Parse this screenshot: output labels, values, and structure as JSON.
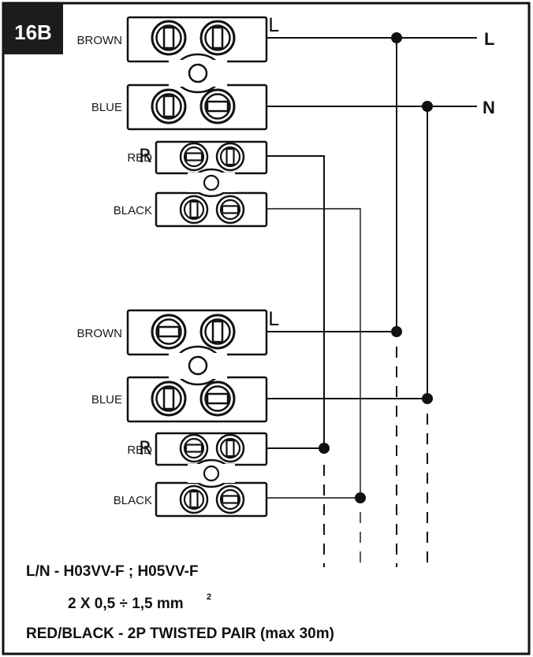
{
  "badge": {
    "label": "16B"
  },
  "lines": {
    "l_label": "L",
    "n_label": "N"
  },
  "block1": {
    "row1_label": "BROWN",
    "row1_letter": "L",
    "row2_label": "BLUE",
    "row3_label": "RED",
    "row3_letter": "R",
    "row4_label": "BLACK"
  },
  "block2": {
    "row1_label": "BROWN",
    "row1_letter": "L",
    "row2_label": "BLUE",
    "row3_label": "RED",
    "row3_letter": "R",
    "row4_label": "BLACK"
  },
  "specs": {
    "line1": "L/N - H03VV-F ; H05VV-F",
    "line2": "2  X 0,5 ÷ 1,5 mm",
    "line2_sup": "2",
    "line3": "RED/BLACK - 2P TWISTED PAIR (max 30m)"
  },
  "colors": {
    "ink": "#111111",
    "paper": "#ffffff"
  }
}
